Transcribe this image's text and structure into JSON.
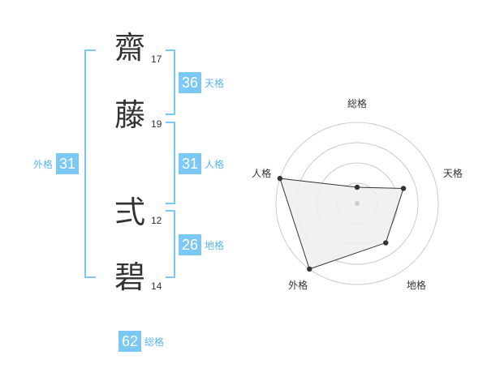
{
  "colors": {
    "accent": "#7cc8f5",
    "accent_text": "#5bb6ec",
    "text": "#333333",
    "grid": "#cccccc",
    "radar_fill": "#eeeeee",
    "point": "#333333"
  },
  "name": {
    "chars": [
      {
        "char": "齋",
        "strokes": "17"
      },
      {
        "char": "藤",
        "strokes": "19"
      },
      {
        "char": "弍",
        "strokes": "12"
      },
      {
        "char": "碧",
        "strokes": "14"
      }
    ]
  },
  "fortunes": {
    "tenkaku": {
      "value": "36",
      "label": "天格"
    },
    "jinkaku": {
      "value": "31",
      "label": "人格"
    },
    "chikaku": {
      "value": "26",
      "label": "地格"
    },
    "gaikaku": {
      "value": "31",
      "label": "外格"
    },
    "soukaku": {
      "value": "62",
      "label": "総格"
    }
  },
  "chart_data": {
    "type": "radar",
    "axes": [
      "総格",
      "天格",
      "地格",
      "外格",
      "人格"
    ],
    "values": [
      1,
      3,
      3,
      5,
      5
    ],
    "range": [
      0,
      5
    ],
    "rings": 4
  }
}
